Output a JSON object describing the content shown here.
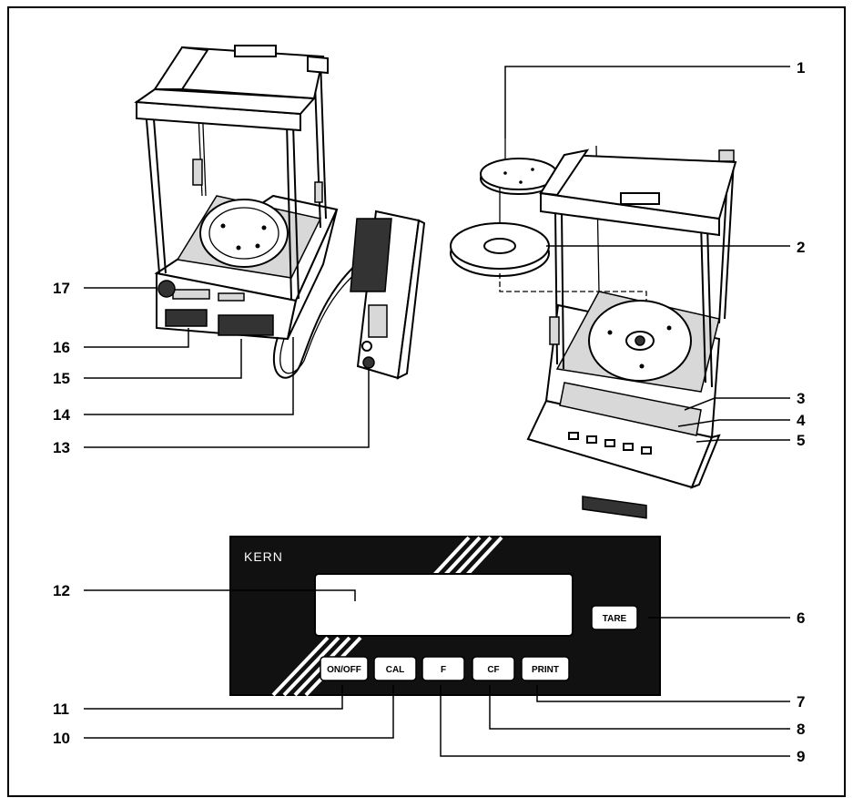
{
  "panel": {
    "brand": "KERN",
    "keys": {
      "tare": "TARE",
      "on_off": "ON/OFF",
      "cal": "CAL",
      "f": "F",
      "cf": "CF",
      "print": "PRINT"
    }
  },
  "callouts": {
    "c1": "1",
    "c2": "2",
    "c3": "3",
    "c4": "4",
    "c5": "5",
    "c6": "6",
    "c7": "7",
    "c8": "8",
    "c9": "9",
    "c10": "10",
    "c11": "11",
    "c12": "12",
    "c13": "13",
    "c14": "14",
    "c15": "15",
    "c16": "16",
    "c17": "17"
  }
}
